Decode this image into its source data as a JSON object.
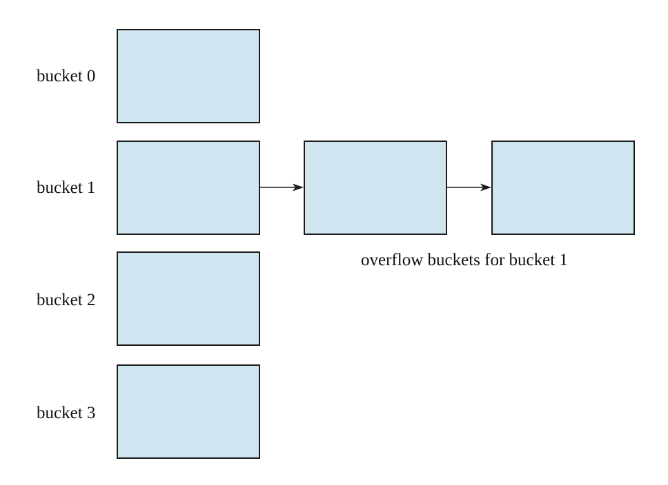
{
  "diagram": {
    "box_fill": "#cfe5ef",
    "box_stroke": "#1a1a1a",
    "buckets": [
      {
        "label": "bucket 0"
      },
      {
        "label": "bucket 1"
      },
      {
        "label": "bucket 2"
      },
      {
        "label": "bucket 3"
      }
    ],
    "overflow_caption": "overflow buckets for bucket 1"
  }
}
